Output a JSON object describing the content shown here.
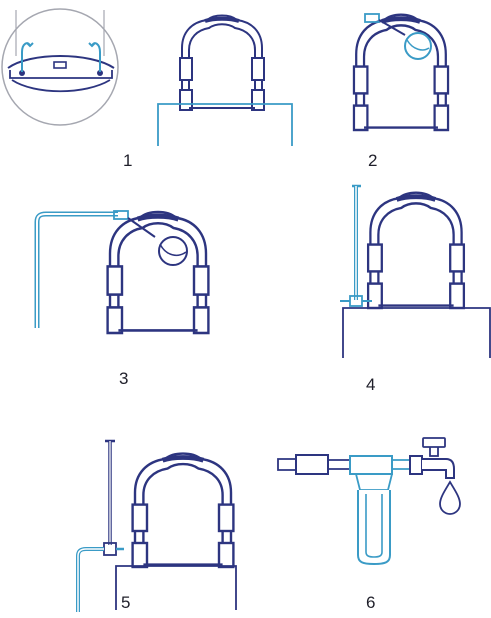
{
  "colors": {
    "navy": "#2d3580",
    "blue": "#3a9bc6",
    "grey": "#a5a7b0",
    "text": "#1f1f2a"
  },
  "steps": [
    {
      "label": "1",
      "icon": "tank-detail-and-tank-on-stand"
    },
    {
      "label": "2",
      "icon": "tank-with-float-valve"
    },
    {
      "label": "3",
      "icon": "tank-with-inlet-pipe"
    },
    {
      "label": "4",
      "icon": "tank-with-vertical-pipe-and-valve"
    },
    {
      "label": "5",
      "icon": "tank-with-pipe-connection"
    },
    {
      "label": "6",
      "icon": "water-filter-and-faucet"
    }
  ]
}
